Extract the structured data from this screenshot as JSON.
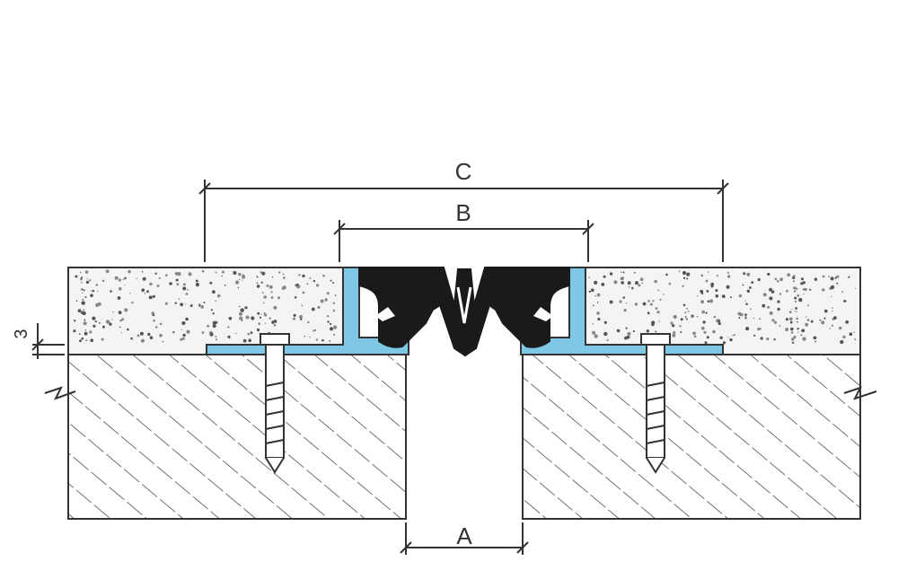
{
  "dimensions": {
    "A": "A",
    "B": "B",
    "C": "C",
    "thickness": "3"
  },
  "colors": {
    "line": "#333333",
    "profile": "#7ec8e6",
    "seal": "#1a1a1a",
    "screed": "#f4f4f4",
    "slab": "#ffffff",
    "hatch": "#444444"
  }
}
